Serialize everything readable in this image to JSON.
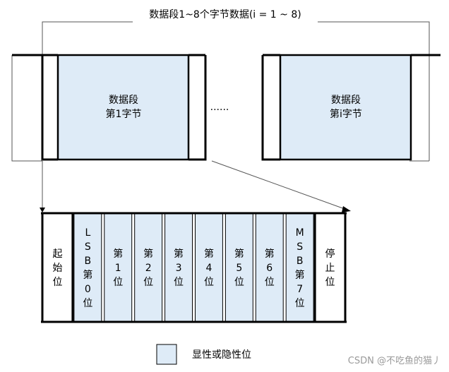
{
  "diagram": {
    "top_title": "数据段1~8个字节数据(i = 1 ~ 8)",
    "byte_first": [
      "数据段",
      "第1字节"
    ],
    "byte_last": [
      "数据段",
      "第i字节"
    ],
    "ellipsis": "......",
    "bits": [
      {
        "text": "起始位",
        "dominant": false
      },
      {
        "text": "LSB第0位",
        "dominant": true
      },
      {
        "text": "第1位",
        "dominant": true
      },
      {
        "text": "第2位",
        "dominant": true
      },
      {
        "text": "第3位",
        "dominant": true
      },
      {
        "text": "第4位",
        "dominant": true
      },
      {
        "text": "第5位",
        "dominant": true
      },
      {
        "text": "第6位",
        "dominant": true
      },
      {
        "text": "MSB第7位",
        "dominant": true
      },
      {
        "text": "停止位",
        "dominant": false
      }
    ],
    "legend_label": "显性或隐性位",
    "watermark": "CSDN @不吃鱼的猫丿",
    "colors": {
      "fill": "#deebf7",
      "stroke": "#000000",
      "thin": "#555555",
      "watermark": "#9a9a9a"
    }
  }
}
